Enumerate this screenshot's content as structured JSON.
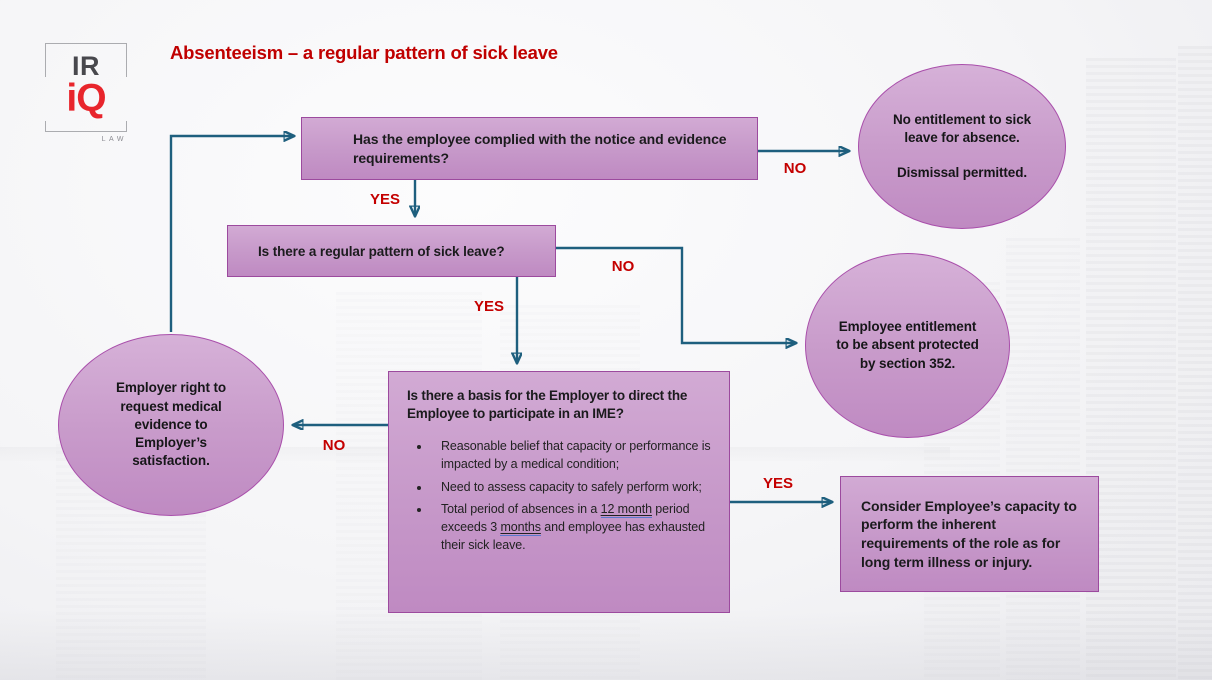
{
  "brand": {
    "logo_top": "IR",
    "logo_mid": "iQ",
    "logo_sub": "LAW"
  },
  "title": "Absenteeism – a regular pattern of sick leave",
  "colors": {
    "brand_red": "#e8252c",
    "title_red": "#c00000",
    "edge_label_red": "#c40000",
    "node_fill_light": "#d6b1d8",
    "node_fill_dark": "#bf8ac2",
    "box_border": "#9c4a9e",
    "ellipse_border": "#a94fab",
    "connector_teal": "#1e5f7e"
  },
  "flow": {
    "q_notice": "Has the employee complied with the notice and evidence requirements?",
    "q_pattern": "Is there a regular pattern of sick leave?",
    "ime": {
      "heading": "Is there a basis for the Employer to direct the Employee to participate in an IME?",
      "bullet1": "Reasonable belief that capacity or performance is impacted by a medical condition;",
      "bullet2": "Need to assess capacity to safely perform work;",
      "bullet3": {
        "p1": "Total period of absences in a ",
        "u1": "12 month",
        "p2": " period exceeds 3 ",
        "u2": "months",
        "p3": " and employee has exhausted their sick leave."
      }
    },
    "no_entitlement": {
      "line1": "No entitlement to sick leave for absence.",
      "line2": "Dismissal permitted."
    },
    "protected_352": "Employee entitlement to be absent protected by section 352.",
    "medical_evidence": "Employer right to request medical evidence to Employer’s satisfaction.",
    "capacity": "Consider Employee’s capacity to perform the inherent requirements of the role as for long term illness or injury."
  },
  "edge_labels": {
    "notice_yes": "YES",
    "notice_no": "NO",
    "pattern_no": "NO",
    "pattern_yes": "YES",
    "ime_no": "NO",
    "ime_yes": "YES"
  }
}
